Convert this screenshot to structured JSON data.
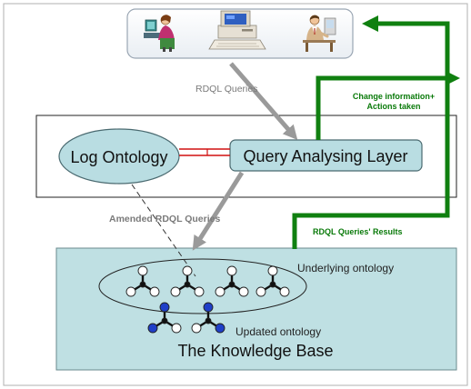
{
  "labels": {
    "rdql_queries": "RDQL Queries",
    "change_info_line1": "Change information+",
    "change_info_line2": "Actions taken",
    "log_ontology": "Log Ontology",
    "query_layer": "Query Analysing Layer",
    "amended_queries": "Amended RDQL Queries",
    "results": "RDQL Queries' Results",
    "underlying": "Underlying ontology",
    "updated": "Updated ontology",
    "knowledge_base": "The Knowledge Base"
  },
  "users": [
    {
      "icon": "woman-at-computer-icon"
    },
    {
      "icon": "desktop-computer-icon"
    },
    {
      "icon": "man-at-desk-icon"
    }
  ],
  "colors": {
    "gray_arrow": "#9a9a9a",
    "green_arrow": "#108010",
    "green_text": "#0a7a0a",
    "ellipse_fill": "#b9dde2",
    "kb_fill": "#bfe0e3",
    "node_blue": "#1f3fc8",
    "link_red": "#d01010"
  }
}
